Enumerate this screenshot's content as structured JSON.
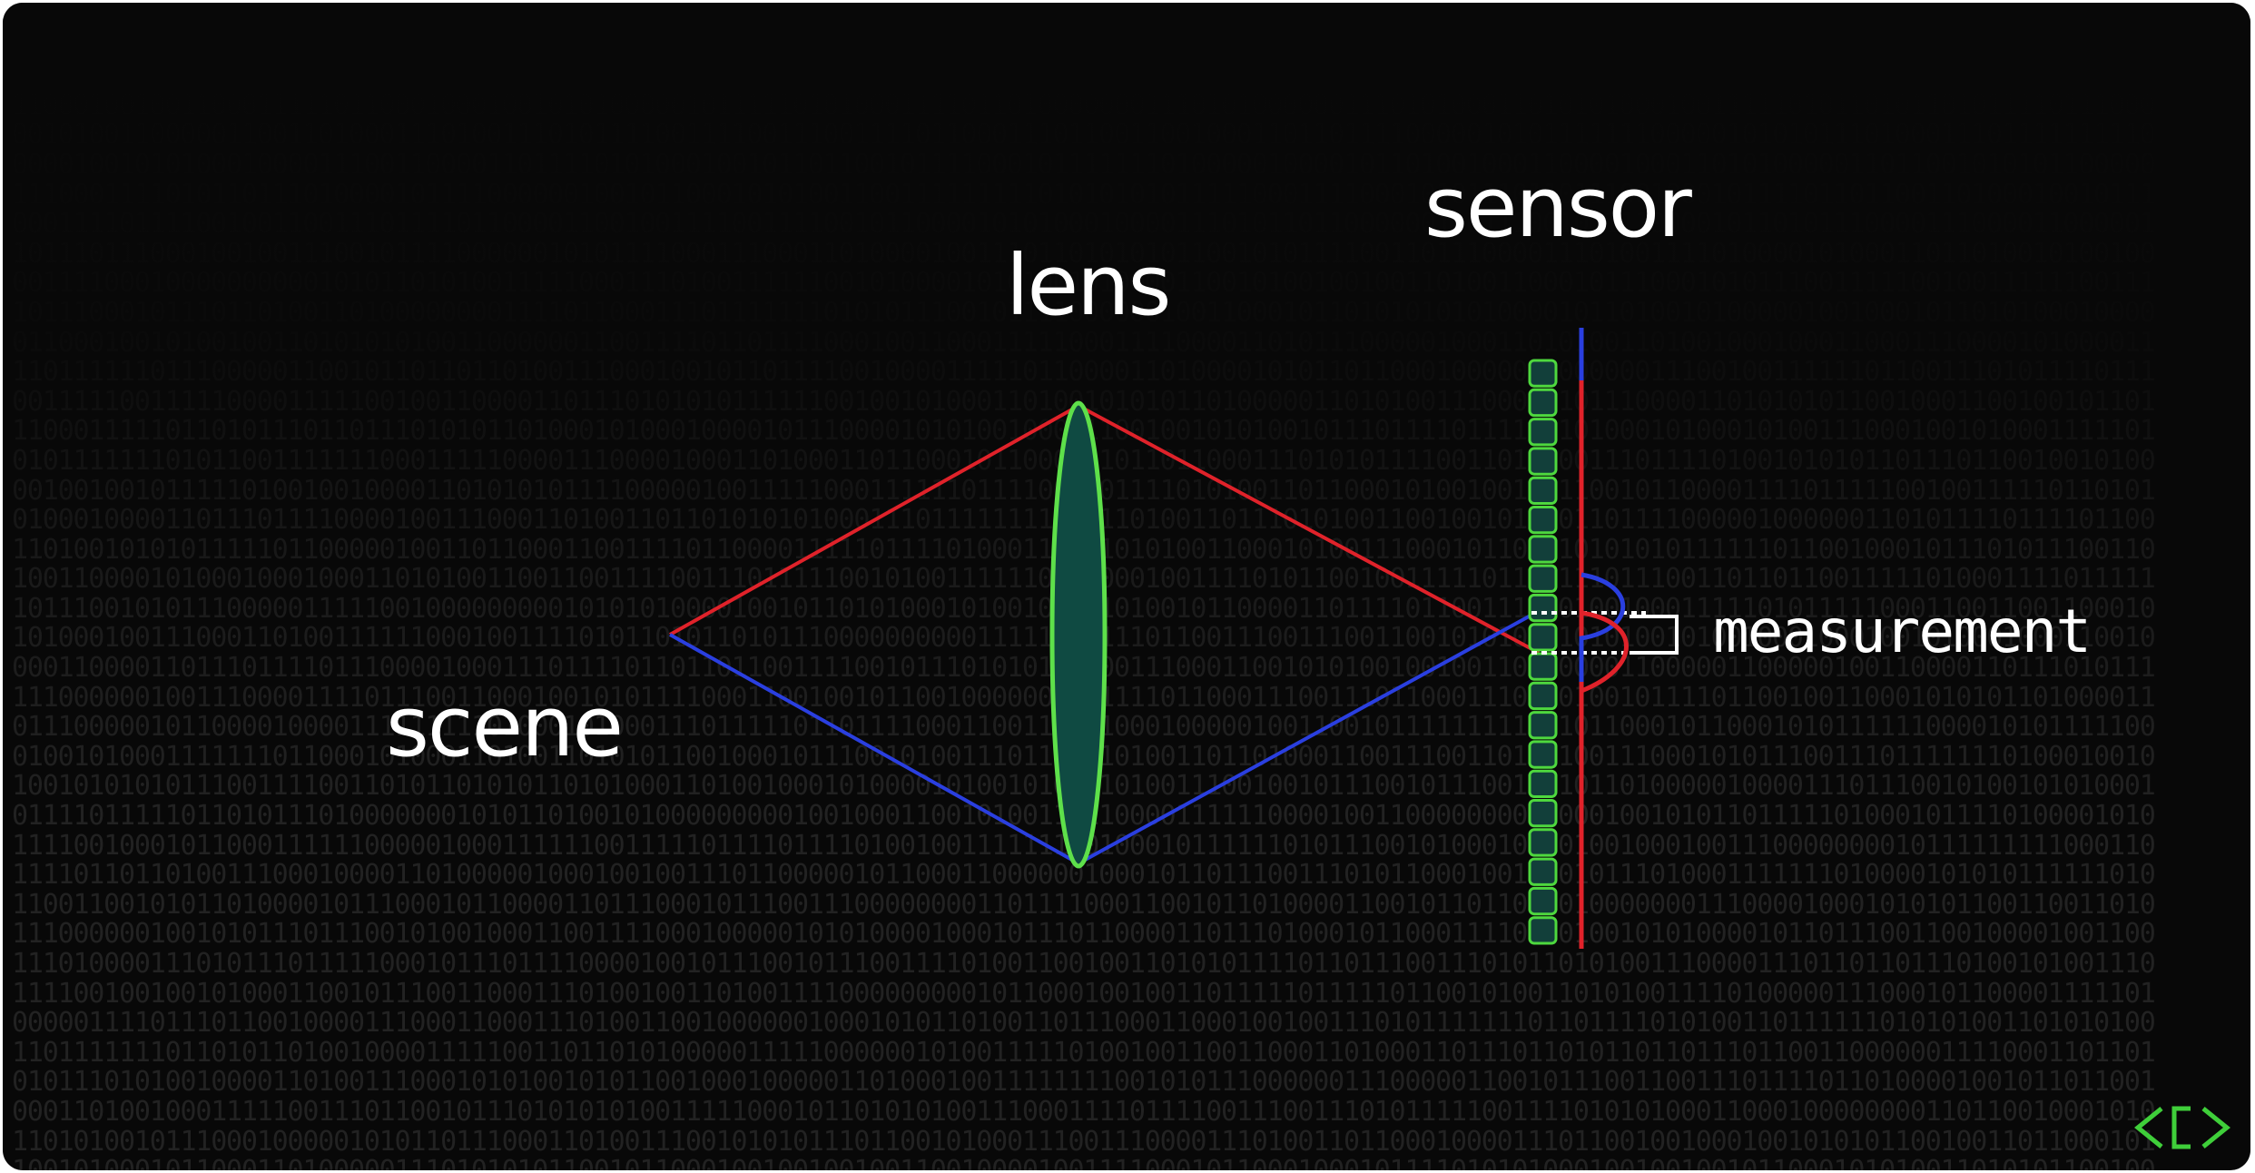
{
  "labels": {
    "scene": "scene",
    "lens": "lens",
    "sensor": "sensor",
    "measurement": "measurement"
  },
  "colors": {
    "background": "#080808",
    "ray_top": "#e0222a",
    "ray_bottom": "#2a3fe0",
    "lens_fill": "#0f4a42",
    "lens_stroke": "#5ee04a",
    "pixel_fill": "#123f3a",
    "pixel_stroke": "#4ed83e",
    "binary_text": "#222222",
    "logo": "#3fcf3a"
  },
  "icons": {
    "logo": "code-brackets-logo-icon"
  },
  "sensor_pixel_count": 20
}
